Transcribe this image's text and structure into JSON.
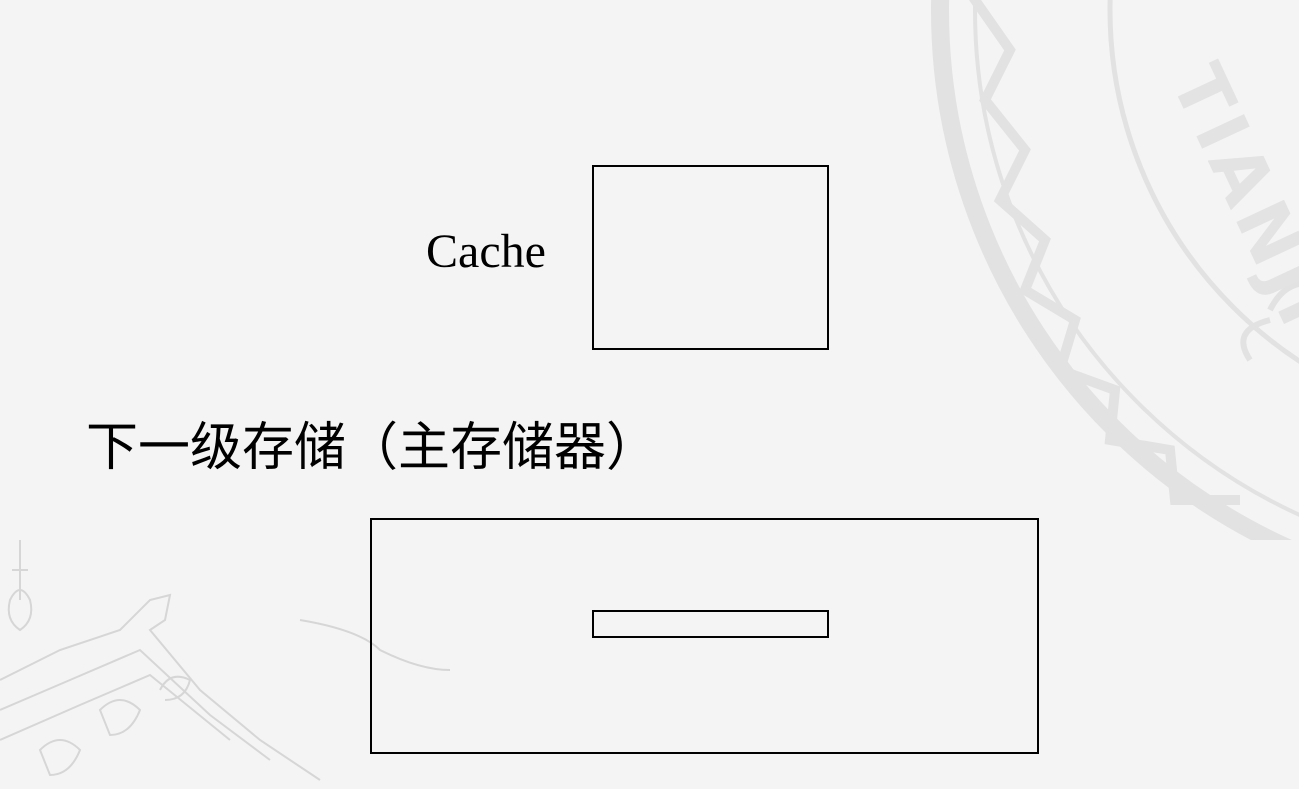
{
  "diagram": {
    "cache_label": "Cache",
    "memory_title": "下一级存储（主存储器）"
  },
  "watermark": {
    "seal_text": "TIANJI",
    "color": "#e3e3e3"
  },
  "colors": {
    "background": "#f4f4f4",
    "stroke": "#000000"
  }
}
